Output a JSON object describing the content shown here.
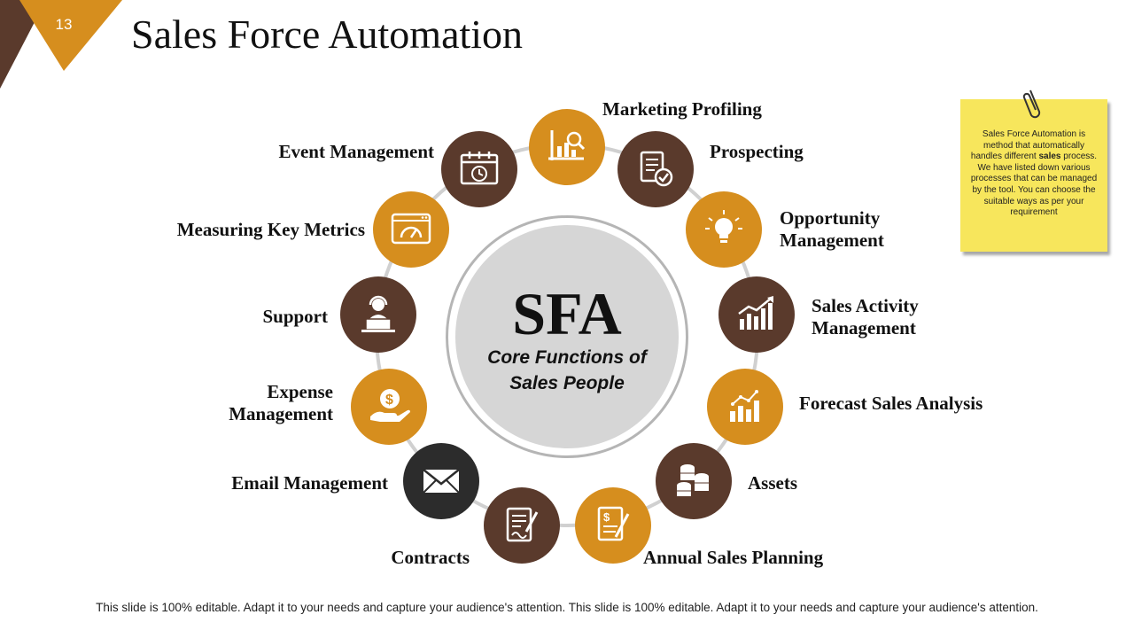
{
  "slide": {
    "number": "13",
    "title": "Sales Force Automation"
  },
  "center": {
    "heading": "SFA",
    "subtitle_line1": "Core Functions of",
    "subtitle_line2": "Sales People"
  },
  "functions": {
    "marketing_profiling": "Marketing Profiling",
    "prospecting": "Prospecting",
    "opportunity_line1": "Opportunity",
    "opportunity_line2": "Management",
    "sales_activity_line1": "Sales Activity",
    "sales_activity_line2": "Management",
    "forecast": "Forecast Sales Analysis",
    "assets": "Assets",
    "annual_planning": "Annual Sales Planning",
    "contracts": "Contracts",
    "email": "Email Management",
    "expense_line1": "Expense",
    "expense_line2": "Management",
    "support": "Support",
    "key_metrics": "Measuring Key Metrics",
    "event": "Event Management"
  },
  "note": {
    "text_before": "Sales Force Automation is method that automatically handles different",
    "text_bold": "sales",
    "text_after": "process. We have listed down various processes that can be managed by the tool. You can choose the suitable ways as per your requirement"
  },
  "footer": "This slide is 100% editable. Adapt it to your needs and capture your audience's attention. This slide is 100% editable. Adapt it to your needs and capture your audience's attention.",
  "colors": {
    "gold": "#D68E1E",
    "brown": "#5A3A2C",
    "dark": "#2C2C2C",
    "note": "#F7E65C"
  },
  "icons": [
    "chart-magnifier-icon",
    "checklist-icon",
    "lightbulb-icon",
    "growth-chart-icon",
    "bar-chart-icon",
    "coin-stacks-icon",
    "dollar-document-icon",
    "contract-pen-icon",
    "envelope-icon",
    "hand-dollar-icon",
    "support-agent-icon",
    "gauge-browser-icon",
    "calendar-clock-icon",
    "paperclip-icon"
  ]
}
